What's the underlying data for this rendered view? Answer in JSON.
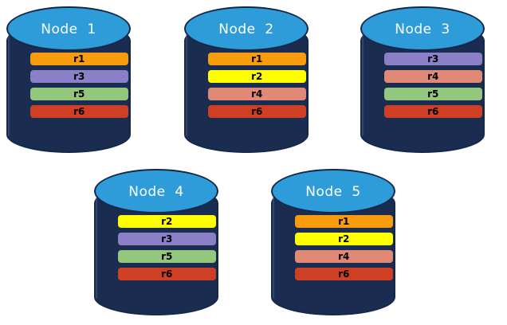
{
  "palette": {
    "background": "#ffffff",
    "cylinder_body": "#1b2c51",
    "cylinder_top": "#2e9cd8",
    "cylinder_stroke": "#14284a",
    "label_text": "#ffffff",
    "replica_text": "#000000",
    "r1": "#f89c0e",
    "r2": "#ffff00",
    "r3": "#8b7fc7",
    "r4": "#e08977",
    "r5": "#93c77d",
    "r6": "#cf3f23"
  },
  "diagram": {
    "type": "replica-placement",
    "node_count": 5,
    "replicas_per_node": 4,
    "nodes": [
      {
        "id": "node-1",
        "label": "Node  1",
        "replicas": [
          {
            "label": "r1",
            "color": "#f89c0e"
          },
          {
            "label": "r3",
            "color": "#8b7fc7"
          },
          {
            "label": "r5",
            "color": "#93c77d"
          },
          {
            "label": "r6",
            "color": "#cf3f23"
          }
        ]
      },
      {
        "id": "node-2",
        "label": "Node  2",
        "replicas": [
          {
            "label": "r1",
            "color": "#f89c0e"
          },
          {
            "label": "r2",
            "color": "#ffff00"
          },
          {
            "label": "r4",
            "color": "#e08977"
          },
          {
            "label": "r6",
            "color": "#cf3f23"
          }
        ]
      },
      {
        "id": "node-3",
        "label": "Node  3",
        "replicas": [
          {
            "label": "r3",
            "color": "#8b7fc7"
          },
          {
            "label": "r4",
            "color": "#e08977"
          },
          {
            "label": "r5",
            "color": "#93c77d"
          },
          {
            "label": "r6",
            "color": "#cf3f23"
          }
        ]
      },
      {
        "id": "node-4",
        "label": "Node  4",
        "replicas": [
          {
            "label": "r2",
            "color": "#ffff00"
          },
          {
            "label": "r3",
            "color": "#8b7fc7"
          },
          {
            "label": "r5",
            "color": "#93c77d"
          },
          {
            "label": "r6",
            "color": "#cf3f23"
          }
        ]
      },
      {
        "id": "node-5",
        "label": "Node  5",
        "replicas": [
          {
            "label": "r1",
            "color": "#f89c0e"
          },
          {
            "label": "r2",
            "color": "#ffff00"
          },
          {
            "label": "r4",
            "color": "#e08977"
          },
          {
            "label": "r6",
            "color": "#cf3f23"
          }
        ]
      }
    ]
  }
}
